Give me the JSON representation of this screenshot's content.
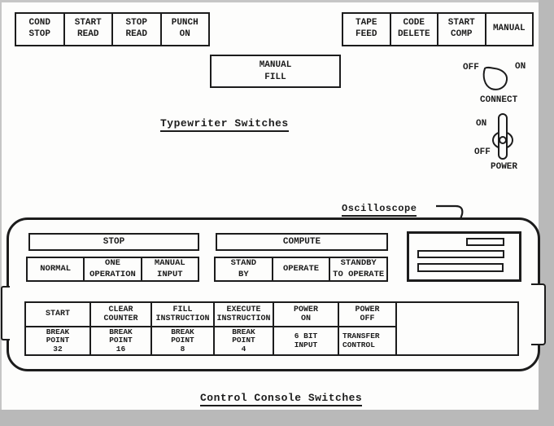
{
  "page": {
    "background_color": "#fdfdfc",
    "scan_edge_color": "#b9b9b9",
    "ink_color": "#1c1c1c"
  },
  "typewriter_section": {
    "caption": "Typewriter Switches",
    "left_switches": [
      "COND\nSTOP",
      "START\nREAD",
      "STOP\nREAD",
      "PUNCH\nON"
    ],
    "right_switches": [
      "TAPE\nFEED",
      "CODE\nDELETE",
      "START\nCOMP",
      "MANUAL"
    ],
    "manual_fill_switch": "MANUAL\nFILL",
    "connect_switch": {
      "off_label": "OFF",
      "on_label": "ON",
      "name_label": "CONNECT"
    },
    "power_switch": {
      "on_label": "ON",
      "off_label": "OFF",
      "name_label": "POWER"
    }
  },
  "console_section": {
    "caption": "Control Console Switches",
    "oscilloscope_label": "Oscilloscope",
    "stop_indicator": "STOP",
    "compute_indicator": "COMPUTE",
    "stop_modes": [
      "NORMAL",
      "ONE\nOPERATION",
      "MANUAL\nINPUT"
    ],
    "compute_modes": [
      "STAND\nBY",
      "OPERATE",
      "STANDBY\nTO OPERATE"
    ],
    "switch_grid_row1": [
      "START",
      "CLEAR\nCOUNTER",
      "FILL\nINSTRUCTION",
      "EXECUTE\nINSTRUCTION",
      "POWER\nON",
      "POWER\nOFF"
    ],
    "switch_grid_row2": [
      "BREAK\nPOINT\n32",
      "BREAK\nPOINT\n16",
      "BREAK\nPOINT\n8",
      "BREAK\nPOINT\n4",
      "6 BIT\nINPUT",
      "TRANSFER\nCONTROL"
    ]
  }
}
